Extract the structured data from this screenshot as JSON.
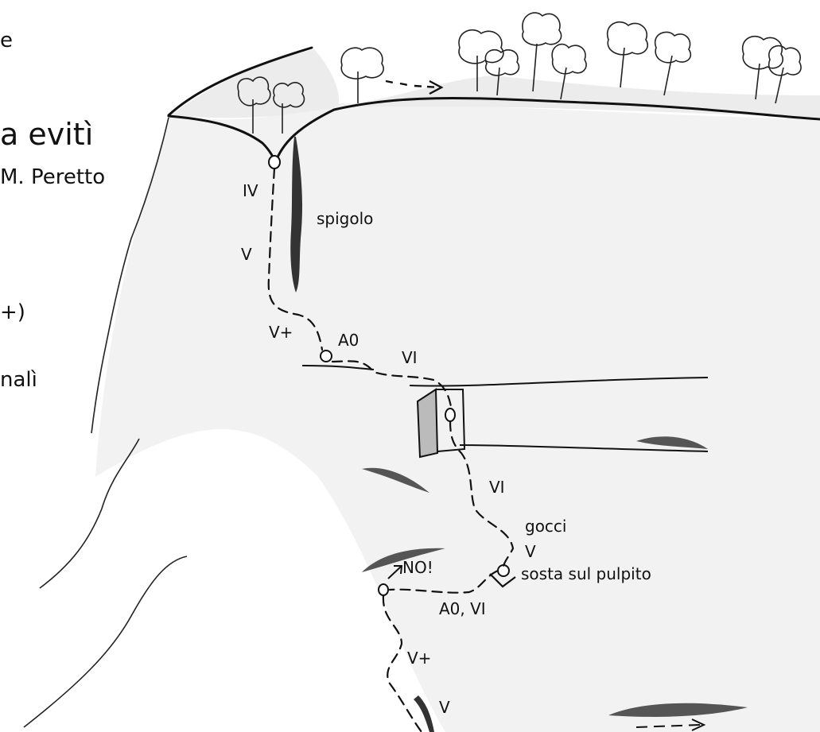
{
  "left_text": {
    "line1": "e",
    "title_fragment": "a evitì",
    "author_fragment": "M. Peretto",
    "grade_fragment": "+)",
    "note_fragment": "nalì"
  },
  "route_labels": {
    "iv": "IV",
    "v_upper": "V",
    "spigolo": "spigolo",
    "v_plus_upper": "V+",
    "a0": "A0",
    "vi_traverse": "VI",
    "vi_middle": "VI",
    "gocci": "gocci",
    "v_middle": "V",
    "sosta": "sosta sul pulpito",
    "no": "NO!",
    "a0_vi": "A0, VI",
    "v_plus_lower": "V+",
    "v_lower": "V"
  }
}
